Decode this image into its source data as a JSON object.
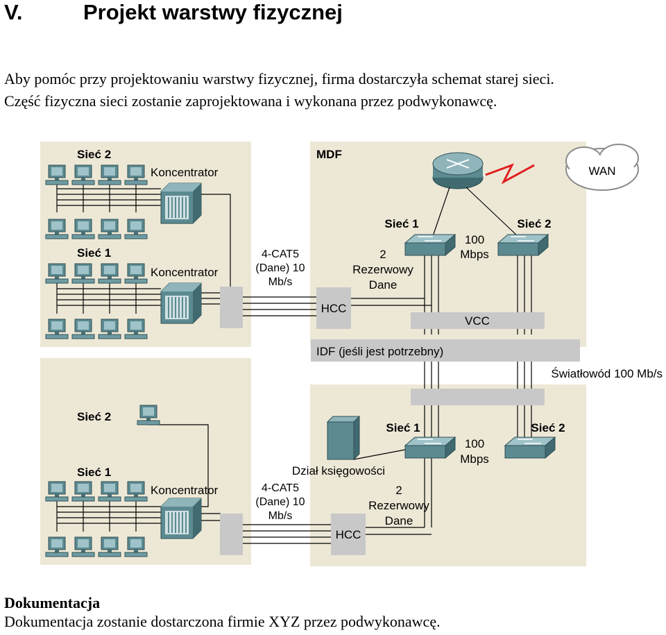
{
  "heading": {
    "number": "V.",
    "title": "Projekt warstwy fizycznej"
  },
  "intro": {
    "line1": "Aby pomóc przy projektowaniu warstwy fizycznej, firma dostarczyła schemat starej sieci.",
    "line2": "Część fizyczna sieci zostanie zaprojektowana i wykonana przez podwykonawcę."
  },
  "diagram": {
    "top_left": {
      "net2": "Sieć 2",
      "net1": "Sieć 1",
      "hub1": "Koncentrator",
      "hub2": "Koncentrator"
    },
    "bottom_left": {
      "net2": "Sieć 2",
      "net1": "Sieć 1",
      "hub": "Koncentrator"
    },
    "cable_top": {
      "l1": "4-CAT5",
      "l2": "(Dane) 10",
      "l3": "Mb/s"
    },
    "cable_bottom": {
      "l1": "4-CAT5",
      "l2": "(Dane) 10",
      "l3": "Mb/s"
    },
    "mdf": {
      "title": "MDF",
      "wan": "WAN",
      "net1": "Sieć 1",
      "net2": "Sieć 2",
      "speed1": "100",
      "speed2": "Mbps",
      "reserve1": "2",
      "reserve2": "Rezerwowy",
      "reserve3": "Dane",
      "hcc": "HCC",
      "vcc": "VCC"
    },
    "idf": "IDF (jeśli jest potrzebny)",
    "fiber": "Światłowód 100 Mb/s",
    "lower": {
      "net1": "Sieć 1",
      "net2": "Sieć 2",
      "speed1": "100",
      "speed2": "Mbps",
      "accounting": "Dział księgowości",
      "reserve1": "2",
      "reserve2": "Rezerwowy",
      "reserve3": "Dane",
      "hcc": "HCC"
    }
  },
  "documentation": {
    "title": "Dokumentacja",
    "text": "Dokumentacja zostanie dostarczona firmie XYZ przez podwykonawcę."
  },
  "colors": {
    "panel": "#ede8d6",
    "device": "#5c8a91",
    "bar": "#c8c8c8",
    "lightning": "#e02020"
  }
}
